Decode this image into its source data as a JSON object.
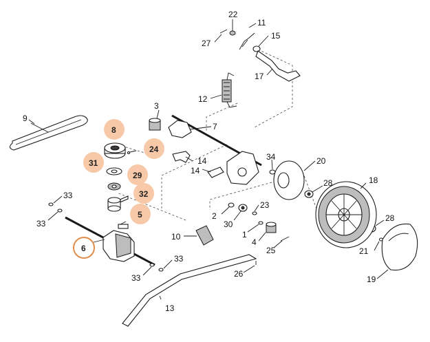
{
  "diagram": {
    "colors": {
      "highlight_fill": "#f7c9a8",
      "highlight_ring": "#e08d4b",
      "line": "#1a1a1a"
    },
    "labels": {
      "p1": "1",
      "p2": "2",
      "p3": "3",
      "p4": "4",
      "p5": "5",
      "p6": "6",
      "p7": "7",
      "p8": "8",
      "p9": "9",
      "p10": "10",
      "p11": "11",
      "p12": "12",
      "p13": "13",
      "p14a": "14",
      "p14b": "14",
      "p15": "15",
      "p17": "17",
      "p18": "18",
      "p19": "19",
      "p20": "20",
      "p21": "21",
      "p22": "22",
      "p23": "23",
      "p24": "24",
      "p25": "25",
      "p26": "26",
      "p27": "27",
      "p28a": "28",
      "p28b": "28",
      "p29": "29",
      "p30": "30",
      "p31": "31",
      "p32": "32",
      "p33a": "33",
      "p33b": "33",
      "p33c": "33",
      "p33d": "33",
      "p34": "34"
    },
    "highlighted_parts": [
      "8",
      "24",
      "31",
      "29",
      "32",
      "5"
    ],
    "selected_part": "6"
  }
}
